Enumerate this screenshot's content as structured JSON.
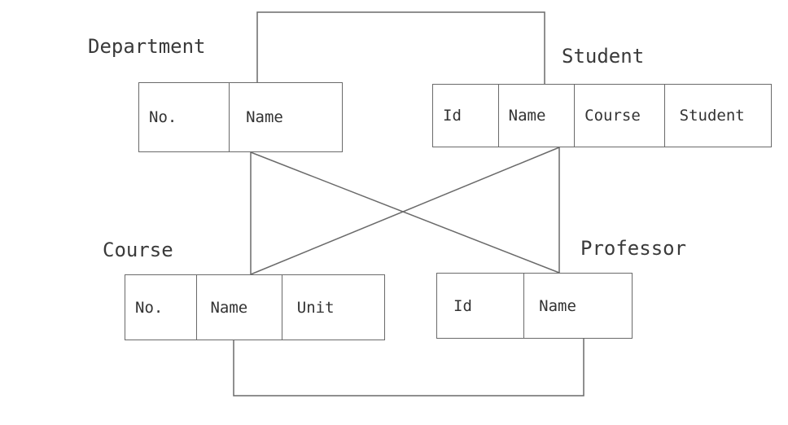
{
  "entities": {
    "department": {
      "title": "Department",
      "fields": [
        "No.",
        "Name"
      ]
    },
    "student": {
      "title": "Student",
      "fields": [
        "Id",
        "Name",
        "Course",
        "Student"
      ]
    },
    "course": {
      "title": "Course",
      "fields": [
        "No.",
        "Name",
        "Unit"
      ]
    },
    "professor": {
      "title": "Professor",
      "fields": [
        "Id",
        "Name"
      ]
    }
  },
  "relationships": [
    {
      "from": "department.Name",
      "to": "student.Name"
    },
    {
      "from": "department.Name",
      "to": "course.Name"
    },
    {
      "from": "department.Name",
      "to": "professor.Name"
    },
    {
      "from": "student.Name",
      "to": "course.Name"
    },
    {
      "from": "student.Name",
      "to": "professor.Name"
    },
    {
      "from": "course.Name",
      "to": "professor.Name"
    }
  ]
}
